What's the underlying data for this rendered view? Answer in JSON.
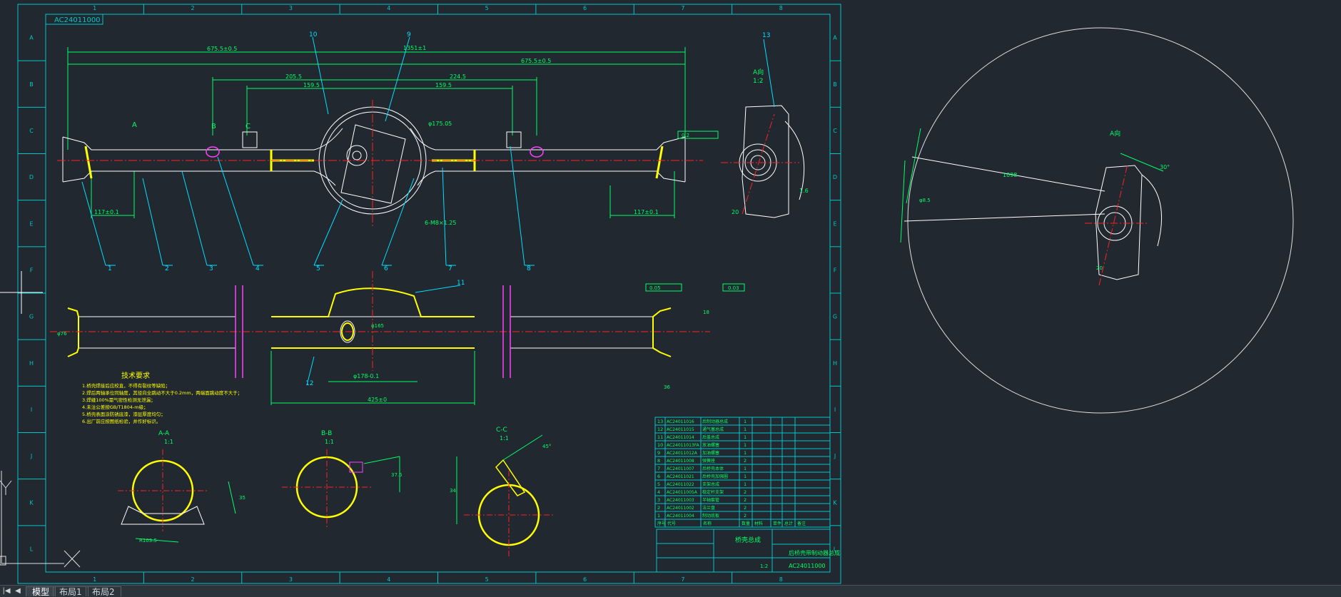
{
  "drawing_code": "AC24011000",
  "title_block": {
    "name": "后桥壳带制动器总成",
    "code": "AC24011000",
    "scale": "1:2",
    "material_label": "桥壳总成"
  },
  "grid": {
    "columns": [
      "1",
      "2",
      "3",
      "4",
      "5",
      "6",
      "7",
      "8"
    ],
    "rows": [
      "A",
      "B",
      "C",
      "D",
      "E",
      "F",
      "G",
      "H",
      "I",
      "J",
      "K",
      "L"
    ]
  },
  "tech_requirements": {
    "title": "技术要求",
    "lines": [
      "1.桥壳焊接后应校直，不得有裂纹等缺陷；",
      "2.焊后两轴承位同轴度，其径向全跳动不大于0.2mm，两端面跳动度不大于；",
      "3.焊缝100%需气密性检测无泄漏；",
      "4.未注公差按GB/T1804-m级；",
      "5.桥壳表面涂防锈底漆，漆层厚度均匀；",
      "6.出厂前应按图纸检验，并作好标识。"
    ]
  },
  "dimensions": {
    "overall": "1351±1",
    "left_half": "675.5±0.5",
    "right_half": "675.5±0.5",
    "span_a": "205.5",
    "span_b": "224.5",
    "inner_a": "159.5",
    "inner_b": "159.5",
    "left_end": "117±0.1",
    "right_end": "117±0.1",
    "flange_len": "425±0",
    "housing": "φ175.05",
    "aux_dim": "φ165",
    "hole_spec": "6-M8×1.25",
    "detail_len": "φ178-0.1",
    "tube_dia": "φ76",
    "left_dia": "φ76",
    "side_top": "18",
    "side_dim": "1.6",
    "base_w": "20",
    "base_h": "36",
    "aux_long": "1098",
    "aux_ang": "30°",
    "circ_small": "φ8.5",
    "ang_c": "45°",
    "sec_a_h": "35",
    "sec_a_w": "R103.5",
    "sec_b_h": "37.5",
    "sec_c_h": "34"
  },
  "callouts": [
    "1",
    "2",
    "3",
    "4",
    "5",
    "6",
    "7",
    "8",
    "9",
    "10",
    "11",
    "12",
    "13"
  ],
  "sections": {
    "aa_title": "A-A",
    "aa_scale": "1:1",
    "bb_title": "B-B",
    "bb_scale": "1:1",
    "cc_title": "C-C",
    "cc_scale": "1:1",
    "side_title": "A向",
    "side_scale": "1:2",
    "aux_title": "A向"
  },
  "section_marks": {
    "a": "A",
    "b": "B",
    "c": "C"
  },
  "gdt": {
    "frame1": "0.2",
    "frame2": "0.05",
    "frame3": "0.03"
  },
  "bom": {
    "headers": [
      "序号",
      "代号",
      "名称",
      "数量",
      "材料",
      "单件",
      "总计",
      "备注"
    ],
    "rows": [
      {
        "no": "13",
        "code": "AC24011016",
        "name": "后制动器总成",
        "qty": "1"
      },
      {
        "no": "12",
        "code": "AC24011015",
        "name": "通气塞总成",
        "qty": "1"
      },
      {
        "no": "11",
        "code": "AC24011014",
        "name": "后盖总成",
        "qty": "1"
      },
      {
        "no": "10",
        "code": "AC24011013FA",
        "name": "放油螺塞",
        "qty": "1"
      },
      {
        "no": "9",
        "code": "AC24011012A",
        "name": "加油螺塞",
        "qty": "1"
      },
      {
        "no": "8",
        "code": "AC24011008",
        "name": "弹簧座",
        "qty": "2"
      },
      {
        "no": "7",
        "code": "AC24011007",
        "name": "后桥壳本体",
        "qty": "1"
      },
      {
        "no": "6",
        "code": "AC24011021",
        "name": "后桥壳加强圈",
        "qty": "1"
      },
      {
        "no": "5",
        "code": "AC24011022",
        "name": "支架总成",
        "qty": "1"
      },
      {
        "no": "4",
        "code": "AC24011005A",
        "name": "稳定杆支架",
        "qty": "2"
      },
      {
        "no": "3",
        "code": "AC24011003",
        "name": "半轴套管",
        "qty": "2"
      },
      {
        "no": "2",
        "code": "AC24011002",
        "name": "法兰盘",
        "qty": "2"
      },
      {
        "no": "1",
        "code": "AC24011004",
        "name": "制动底板",
        "qty": "2"
      }
    ]
  },
  "axis": {
    "x": "X",
    "y": "Y"
  },
  "tabs": [
    {
      "label": "模型",
      "active": true
    },
    {
      "label": "布局1",
      "active": false
    },
    {
      "label": "布局2",
      "active": false
    }
  ],
  "colors": {
    "background": "#212830",
    "frame": "#00c8c8",
    "geometry": "#ffffff",
    "dimension": "#00ff66",
    "leader": "#00e0ff",
    "centerline": "#ff2020",
    "highlight": "#ffff00",
    "magenta": "#ff40ff"
  }
}
